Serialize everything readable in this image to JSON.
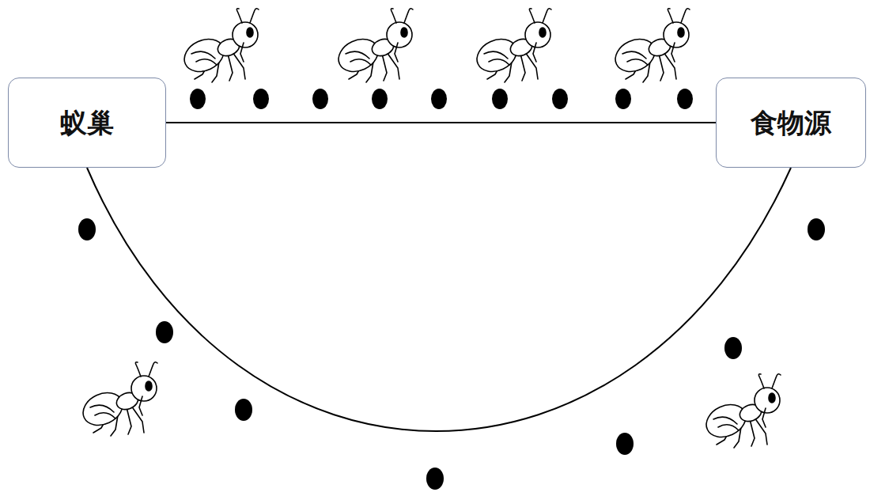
{
  "diagram": {
    "nodes": [
      {
        "text": [
          "蚁巢"
        ]
      },
      {
        "text": [
          "食物源"
        ]
      }
    ],
    "edges": [
      {
        "from": 0,
        "to": 1,
        "arrow": "none"
      },
      {
        "from": 0,
        "to": 1,
        "arrow": "none"
      }
    ]
  }
}
